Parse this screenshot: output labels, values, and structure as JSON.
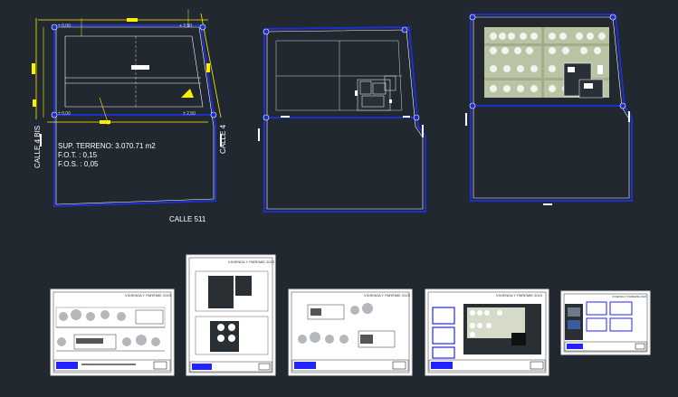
{
  "drawing": {
    "lot_info": {
      "area": "SUP. TERRENO: 3.070.71 m2",
      "fot": "F.O.T. :  0,15",
      "fos": "F.O.S. :  0,05"
    },
    "streets": {
      "bottom": "CALLE 511",
      "left": "CALLE 4 BIS",
      "right": "CALLE 4"
    },
    "level_marks": {
      "top_left": "± 0,00",
      "top_right": "+ 2,50",
      "bottom_left": "± 0,00",
      "bottom_right": "± 2,50"
    },
    "sheet_title": "VIVIENDA Y PAREMIE 2023"
  },
  "colors": {
    "background": "#212830",
    "lines": "#ffffff",
    "boundary": "#1c2fd1",
    "dimension": "#ffee00",
    "frame_blue": "#2323ff"
  }
}
